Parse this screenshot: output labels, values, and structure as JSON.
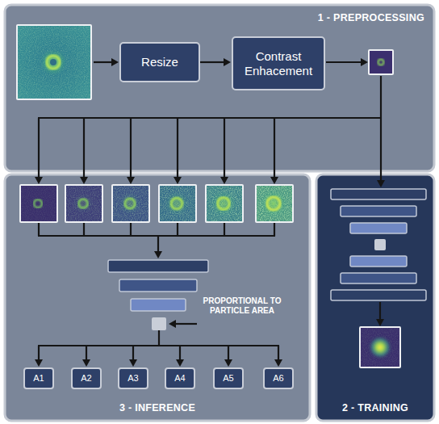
{
  "diagram": {
    "nodes": [
      {
        "text": [
          "1 - PREPROCESSING"
        ]
      },
      {
        "text": [
          "Resize"
        ],
        "in": 0
      },
      {
        "text": [
          "Contrast Enhacement"
        ],
        "in": 0
      },
      {
        "text": [
          "3 - INFERENCE"
        ]
      },
      {
        "text": [
          "A1"
        ],
        "in": 3
      },
      {
        "text": [
          "A2"
        ],
        "in": 3
      },
      {
        "text": [
          "A3"
        ],
        "in": 3
      },
      {
        "text": [
          "A4"
        ],
        "in": 3
      },
      {
        "text": [
          "A5"
        ],
        "in": 3
      },
      {
        "text": [
          "A6"
        ],
        "in": 3
      },
      {
        "text": [
          "2 - TRAINING"
        ]
      }
    ],
    "edges": [
      {
        "from": 1,
        "to": 2,
        "arrow": "to"
      }
    ],
    "labels": [
      "PROPORTIONAL TO PARTICLE AREA"
    ]
  }
}
